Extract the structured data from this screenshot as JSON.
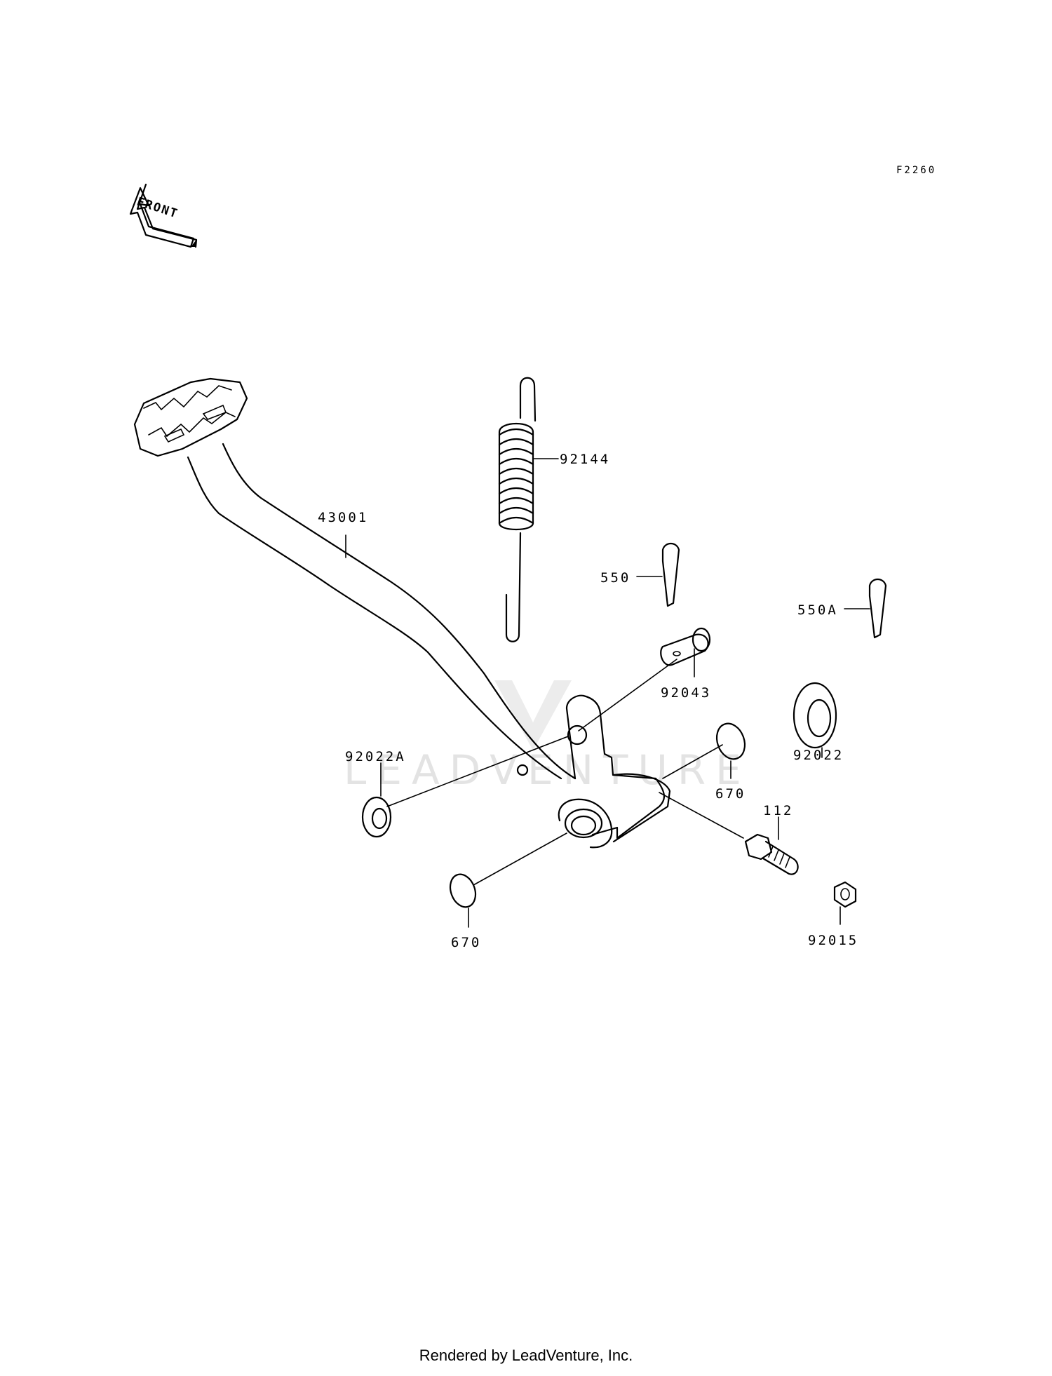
{
  "diagram": {
    "code": "F2260",
    "front_arrow": "FRONT",
    "watermark": "LEADVENTURE",
    "labels": {
      "p43001": "43001",
      "p92144": "92144",
      "p550": "550",
      "p550a": "550A",
      "p92043": "92043",
      "p92022": "92022",
      "p92022a": "92022A",
      "p670_top": "670",
      "p670_bottom": "670",
      "p112": "112",
      "p92015": "92015"
    }
  },
  "footer": {
    "text": "Rendered by LeadVenture, Inc."
  }
}
